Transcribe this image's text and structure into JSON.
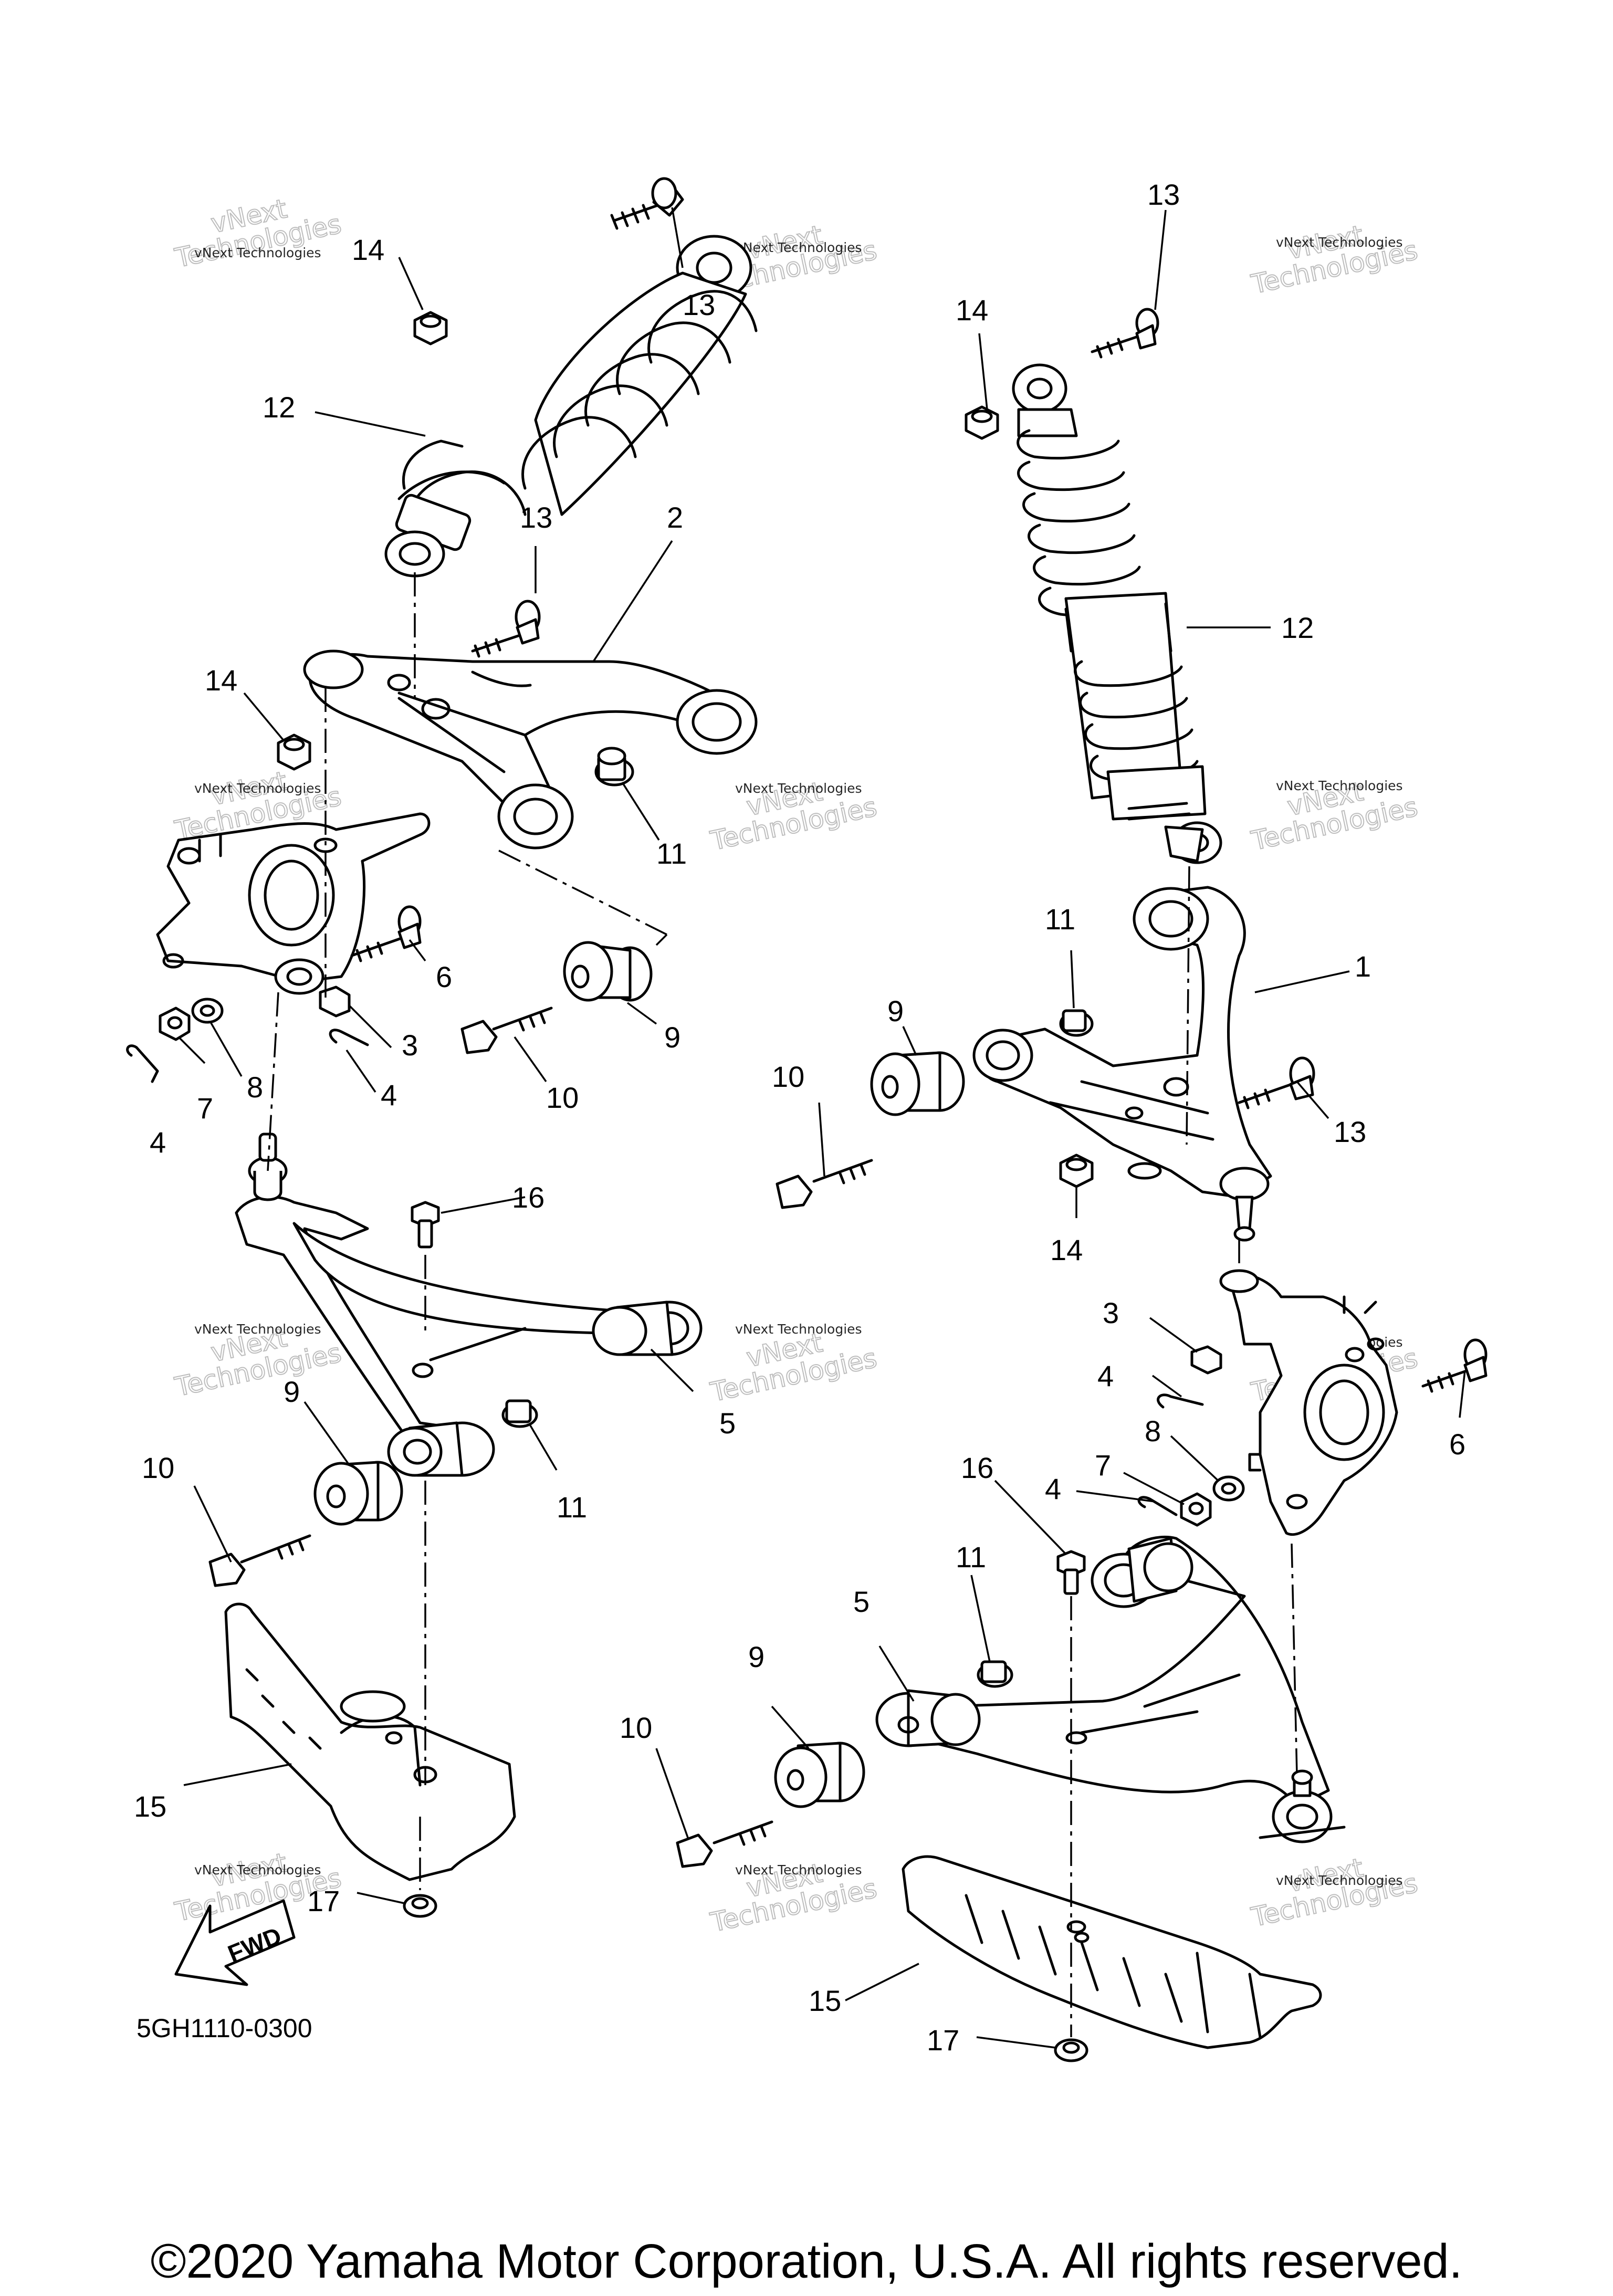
{
  "diagram": {
    "code": "5GH1110-0300",
    "fwd_label": "FWD",
    "watermark": {
      "line_small": "vNext Technologies",
      "line_big_1": "vNext",
      "line_big_2": "Technologies"
    },
    "callouts": {
      "c1": "1",
      "c2": "2",
      "c3": "3",
      "c4": "4",
      "c5": "5",
      "c6": "6",
      "c7": "7",
      "c8": "8",
      "c9": "9",
      "c10": "10",
      "c11": "11",
      "c12": "12",
      "c13": "13",
      "c14": "14",
      "c15": "15",
      "c16": "16",
      "c17": "17"
    }
  },
  "footer": {
    "copyright": "©2020 Yamaha Motor Corporation, U.S.A. All rights reserved."
  }
}
